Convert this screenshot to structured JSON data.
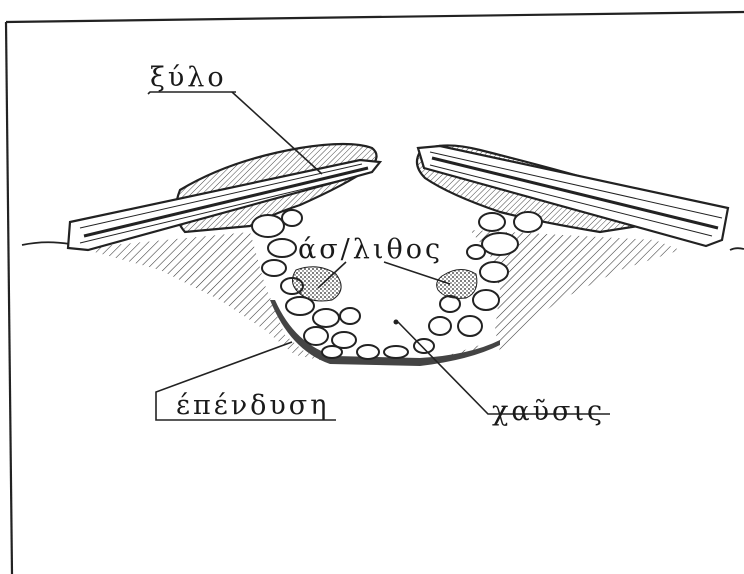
{
  "labels": {
    "wood": "ξύλο",
    "mortar": "άσ/λιθος",
    "lining": "έπένδυση",
    "trench": "χαῦσις"
  },
  "colors": {
    "ink": "#1a1a1a",
    "paper": "#ffffff"
  }
}
